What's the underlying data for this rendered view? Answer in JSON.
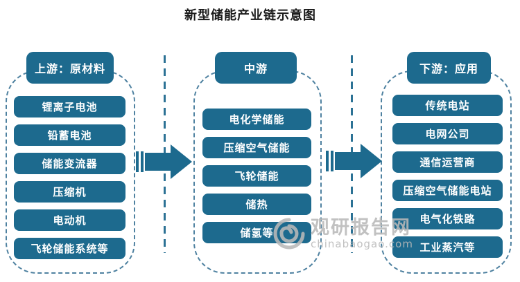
{
  "title": "新型储能产业链示意图",
  "columns": [
    {
      "id": "upstream",
      "header": "上游：原材料",
      "items": [
        "锂离子电池",
        "铅蓄电池",
        "储能变流器",
        "压缩机",
        "电动机",
        "飞轮储能系统等"
      ]
    },
    {
      "id": "midstream",
      "header": "中游",
      "items": [
        "电化学储能",
        "压缩空气储能",
        "飞轮储能",
        "储热",
        "储氢等"
      ]
    },
    {
      "id": "downstream",
      "header": "下游：应用",
      "items": [
        "传统电站",
        "电网公司",
        "通信运营商",
        "压缩空气储能电站",
        "电气化铁路",
        "工业蒸汽等"
      ]
    }
  ],
  "watermark": {
    "brand": "观研报告网",
    "domain": "chinabaogao.com"
  },
  "colors": {
    "box": "#1d6a8e",
    "headerBox": "#1d6a8e",
    "dashedBorder": "#4e81a0",
    "separator": "#2c7295",
    "arrow": "#1d6a8e",
    "title": "#1a1a1a",
    "watermark": "#b9b9b9"
  }
}
